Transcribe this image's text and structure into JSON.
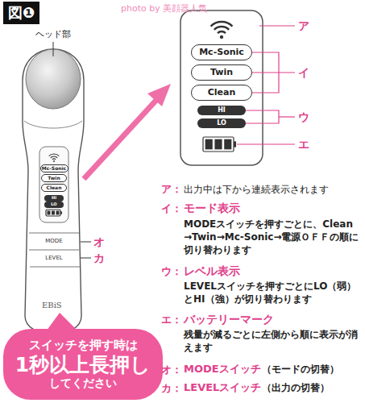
{
  "diagram": {
    "title": "図❶",
    "nodes": [
      {
        "text": [
          "Mc-Sonic"
        ]
      },
      {
        "text": [
          "Twin"
        ]
      },
      {
        "text": [
          "Clean"
        ]
      },
      {
        "text": [
          "HI"
        ]
      },
      {
        "text": [
          "LO"
        ]
      },
      {
        "text": [
          "MODE"
        ]
      },
      {
        "text": [
          "LEVEL"
        ]
      },
      {
        "text": [
          "Mc-Sonic"
        ]
      },
      {
        "text": [
          "Twin"
        ]
      },
      {
        "text": [
          "Clean"
        ]
      },
      {
        "text": [
          "HI"
        ]
      },
      {
        "text": [
          "LO"
        ]
      },
      {
        "text": [
          "スイッチを押す時は",
          "1秒以上長押し",
          "してください"
        ]
      }
    ],
    "labels": [
      "photo by 美顔器人気",
      "ヘッド部",
      "オ",
      "カ",
      "EBiS",
      "ア",
      "イ",
      "ウ",
      "エ",
      "ア：",
      "出力中は下から連続表示されます",
      "イ：",
      "モード表示",
      "MODEスイッチを押すごとに、Clean→Twin→Mc-Sonic→電源ＯＦＦの順に切り替わります",
      "ウ：",
      "レベル表示",
      "LEVELスイッチを押すごとにLO（弱）とHI（強）が切り替わります",
      "エ：",
      "バッテリーマーク",
      "残量が減るごとに左側から順に表示が消えます",
      "オ：",
      "MODEスイッチ",
      "（モードの切替）",
      "カ：",
      "LEVELスイッチ",
      "（出力の切替）"
    ]
  }
}
